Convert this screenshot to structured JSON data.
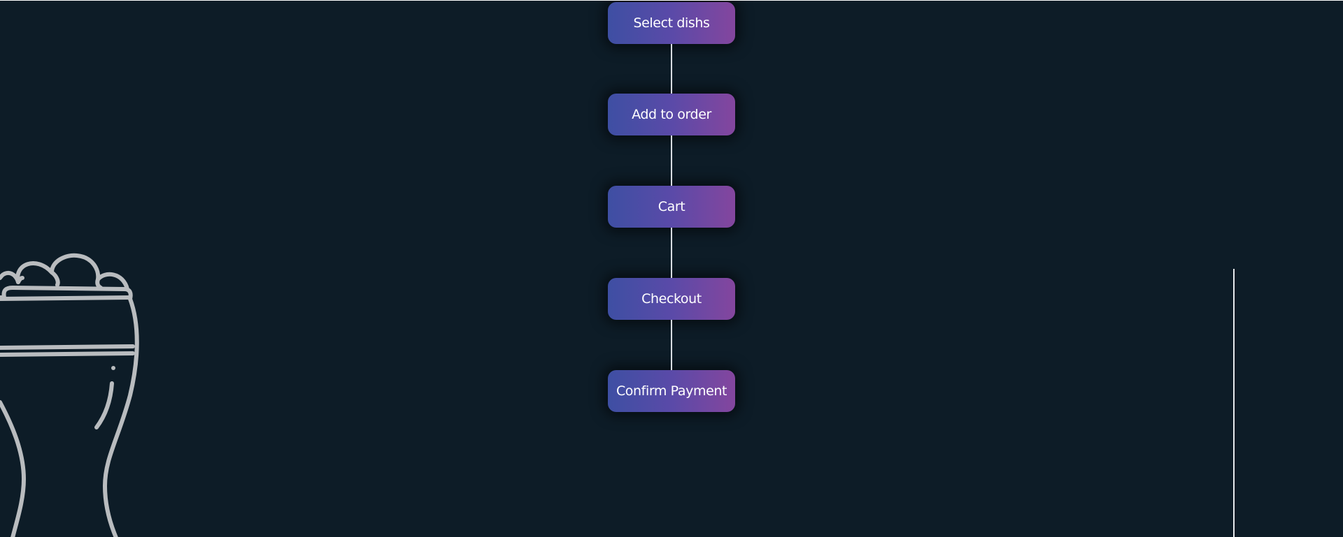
{
  "diagram": {
    "steps": [
      {
        "label": "Select dishs"
      },
      {
        "label": "Add to order"
      },
      {
        "label": "Cart"
      },
      {
        "label": "Checkout"
      },
      {
        "label": "Confirm Payment"
      }
    ]
  },
  "decor": {
    "icon": "beer-glass-icon"
  },
  "colors": {
    "background": "#0d1c27",
    "step_gradient_start": "#3e4fa3",
    "step_gradient_end": "#84469e",
    "connector": "#d8dde2",
    "icon_stroke": "#b9bcbf"
  }
}
